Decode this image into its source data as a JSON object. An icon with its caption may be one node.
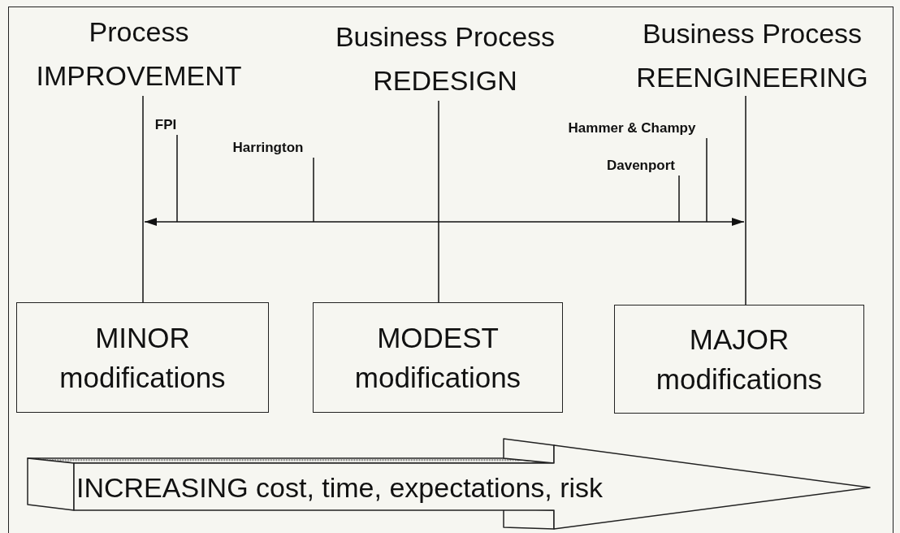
{
  "diagram": {
    "nodes": [
      {
        "text": [
          "Process",
          "IMPROVEMENT"
        ]
      },
      {
        "text": [
          "Business Process",
          "REDESIGN"
        ]
      },
      {
        "text": [
          "Business Process",
          "REENGINEERING"
        ]
      },
      {
        "text": [
          "MINOR",
          "modifications"
        ]
      },
      {
        "text": [
          "MODEST",
          "modifications"
        ]
      },
      {
        "text": [
          "MAJOR",
          "modifications"
        ]
      },
      {
        "text": [
          "FPI"
        ]
      },
      {
        "text": [
          "Harrington"
        ]
      },
      {
        "text": [
          "Hammer & Champy"
        ]
      },
      {
        "text": [
          "Davenport"
        ]
      },
      {
        "text": [
          "INCREASING cost, time, expectations, risk"
        ]
      }
    ],
    "edges": [
      {
        "from": 0,
        "to": 3,
        "arrow": "none"
      },
      {
        "from": 1,
        "to": 4,
        "arrow": "none"
      },
      {
        "from": 2,
        "to": 5,
        "arrow": "none"
      },
      {
        "from": 6,
        "to": null,
        "arrow": "none"
      },
      {
        "from": 7,
        "to": null,
        "arrow": "none"
      },
      {
        "from": 8,
        "to": null,
        "arrow": "none"
      },
      {
        "from": 9,
        "to": null,
        "arrow": "none"
      }
    ]
  }
}
